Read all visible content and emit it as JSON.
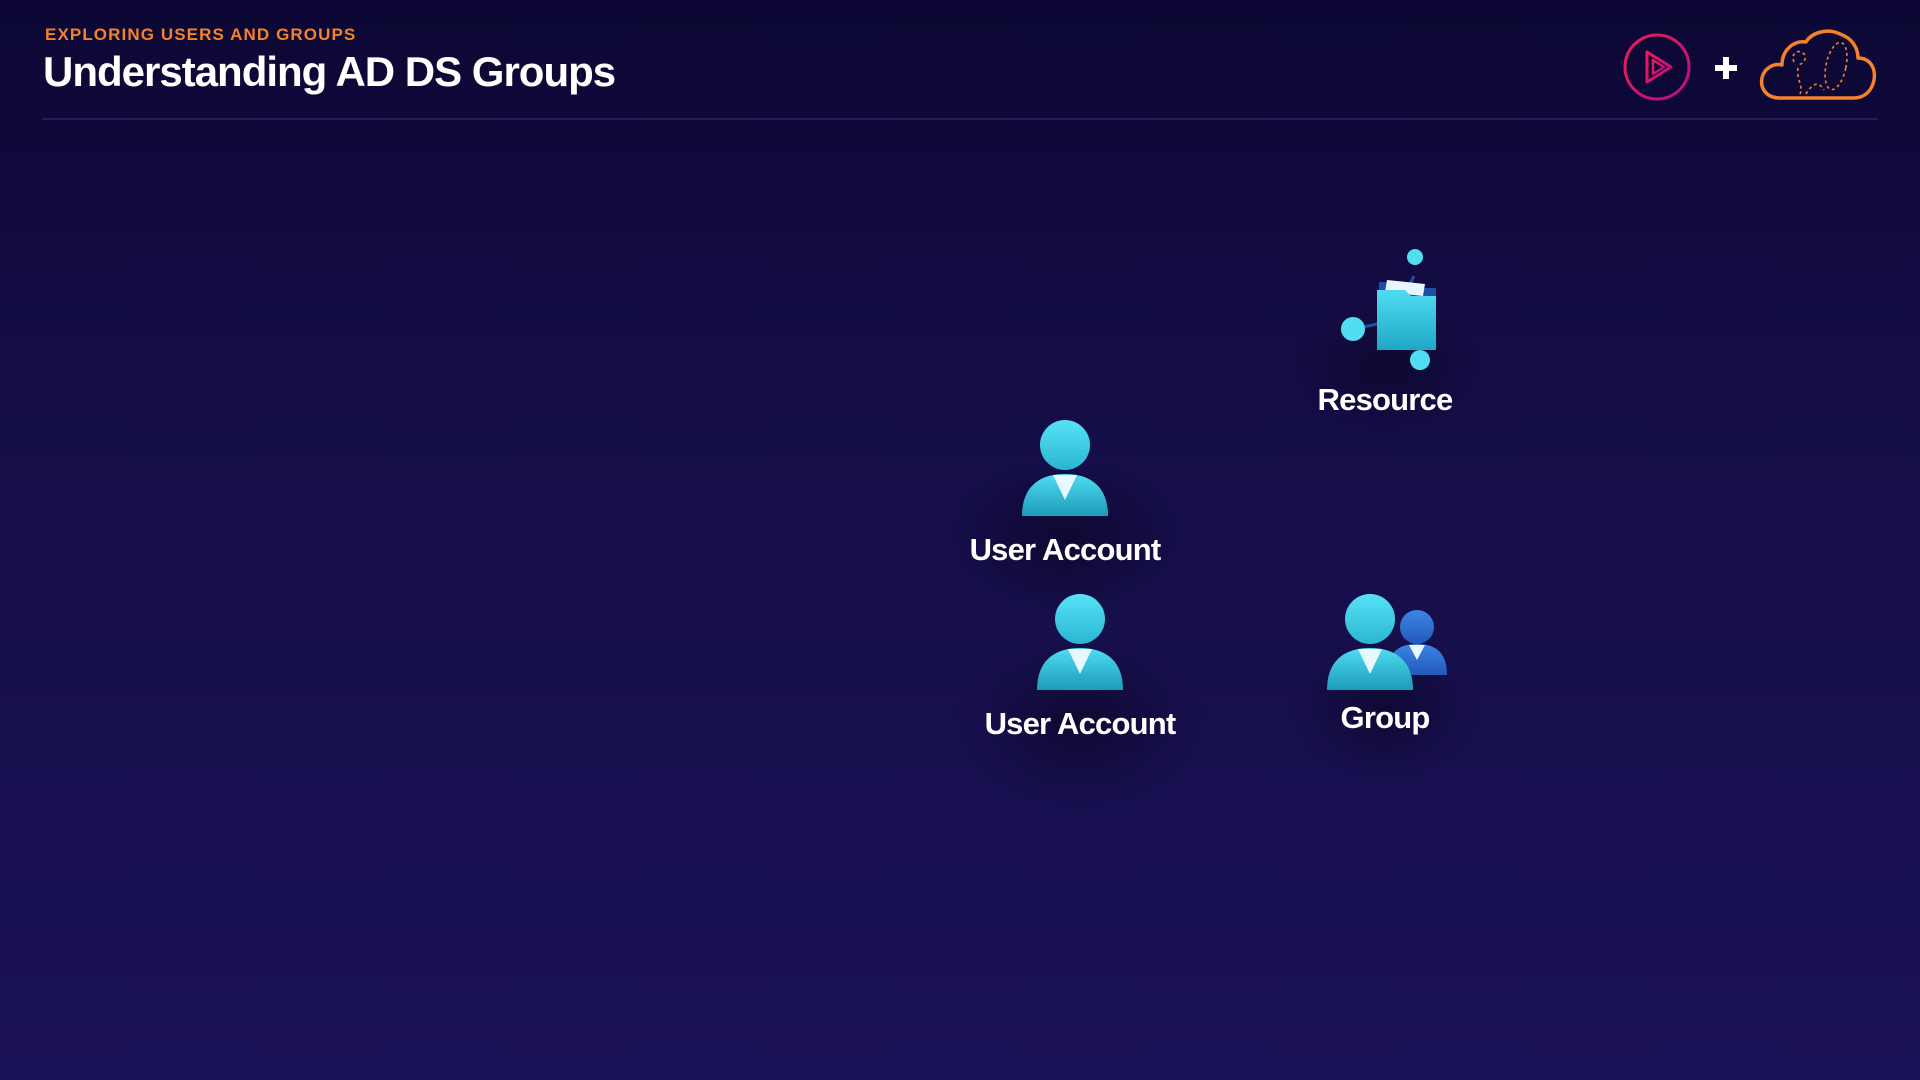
{
  "header": {
    "eyebrow": "EXPLORING USERS AND GROUPS",
    "title": "Understanding AD DS Groups",
    "plus": "+"
  },
  "nodes": {
    "resource": {
      "label": "Resource",
      "icon": "folder-share-icon"
    },
    "user_account_1": {
      "label": "User Account",
      "icon": "user-icon"
    },
    "user_account_2": {
      "label": "User Account",
      "icon": "user-icon"
    },
    "group": {
      "label": "Group",
      "icon": "group-icon"
    }
  },
  "colors": {
    "accent_orange": "#f5812a",
    "icon_cyan": "#3fd0ea",
    "icon_blue": "#2e6fd6",
    "background": "#140d47",
    "play_red": "#e8246a"
  }
}
